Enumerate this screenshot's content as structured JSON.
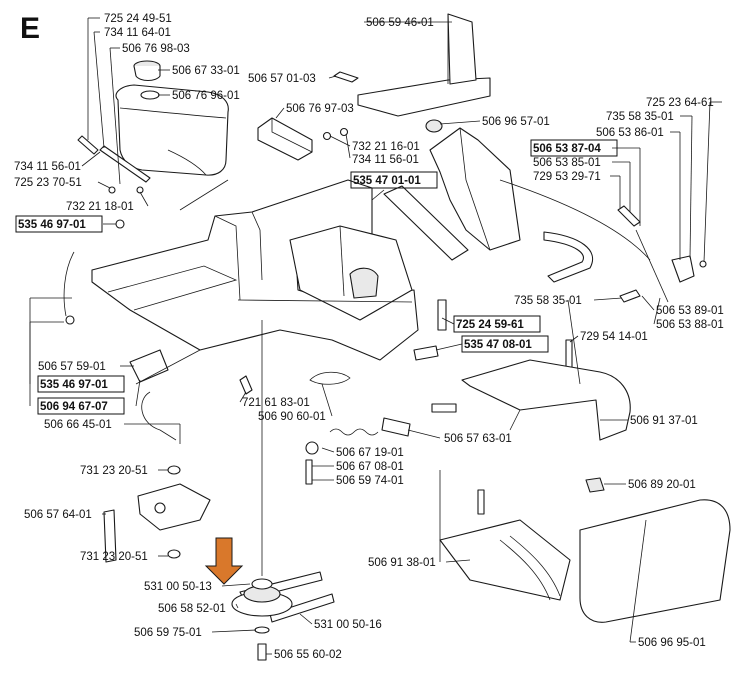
{
  "section_letter": "E",
  "colors": {
    "ink": "#1a1a1a",
    "arrow_fill": "#d9782b",
    "highlight_box": "#111111"
  },
  "labels": [
    {
      "id": "p72524495",
      "text": "725 24 49-51",
      "bold": false
    },
    {
      "id": "p73411640",
      "text": "734 11 64-01",
      "bold": false
    },
    {
      "id": "p50676983",
      "text": "506 76 98-03",
      "bold": false
    },
    {
      "id": "p50667331",
      "text": "506 67 33-01",
      "bold": false
    },
    {
      "id": "p50676961",
      "text": "506 76 96-01",
      "bold": false
    },
    {
      "id": "p50659461",
      "text": "506 59 46-01",
      "bold": false
    },
    {
      "id": "p50657010",
      "text": "506 57 01-03",
      "bold": false
    },
    {
      "id": "p50676973",
      "text": "506 76 97-03",
      "bold": false
    },
    {
      "id": "p73221160",
      "text": "732 21 16-01",
      "bold": false
    },
    {
      "id": "p73411560a",
      "text": "734 11 56-01",
      "bold": false
    },
    {
      "id": "p73411560b",
      "text": "734 11 56-01",
      "bold": false
    },
    {
      "id": "p72523705",
      "text": "725 23 70-51",
      "bold": false
    },
    {
      "id": "p73221180",
      "text": "732 21 18-01",
      "bold": false
    },
    {
      "id": "p53546971a",
      "text": "535 46 97-01",
      "bold": true
    },
    {
      "id": "p53547010",
      "text": "535 47 01-01",
      "bold": true
    },
    {
      "id": "p50696957",
      "text": "506 96 57-01",
      "bold": false
    },
    {
      "id": "p72523646",
      "text": "725 23 64-61",
      "bold": false
    },
    {
      "id": "p73558350a",
      "text": "735 58 35-01",
      "bold": false
    },
    {
      "id": "p50653860",
      "text": "506 53 86-01",
      "bold": false
    },
    {
      "id": "p50653870",
      "text": "506 53 87-04",
      "bold": true
    },
    {
      "id": "p50653850",
      "text": "506 53 85-01",
      "bold": false
    },
    {
      "id": "p72953297",
      "text": "729 53 29-71",
      "bold": false
    },
    {
      "id": "p73558350b",
      "text": "735 58 35-01",
      "bold": false
    },
    {
      "id": "p50653890",
      "text": "506 53 89-01",
      "bold": false
    },
    {
      "id": "p50653880",
      "text": "506 53 88-01",
      "bold": false
    },
    {
      "id": "p72524596",
      "text": "725 24 59-61",
      "bold": true
    },
    {
      "id": "p53547080",
      "text": "535 47 08-01",
      "bold": true
    },
    {
      "id": "p72954140",
      "text": "729 54 14-01",
      "bold": false
    },
    {
      "id": "p50657590",
      "text": "506 57 59-01",
      "bold": false
    },
    {
      "id": "p53546971b",
      "text": "535 46 97-01",
      "bold": true
    },
    {
      "id": "p50694670",
      "text": "506 94 67-07",
      "bold": true
    },
    {
      "id": "p50666450",
      "text": "506 66 45-01",
      "bold": false
    },
    {
      "id": "p72161830",
      "text": "721 61 83-01",
      "bold": false
    },
    {
      "id": "p50690600",
      "text": "506 90 60-01",
      "bold": false
    },
    {
      "id": "p50691370",
      "text": "506 91 37-01",
      "bold": false
    },
    {
      "id": "p50657630",
      "text": "506 57 63-01",
      "bold": false
    },
    {
      "id": "p50667190",
      "text": "506 67 19-01",
      "bold": false
    },
    {
      "id": "p50667080",
      "text": "506 67 08-01",
      "bold": false
    },
    {
      "id": "p50659740",
      "text": "506 59 74-01",
      "bold": false
    },
    {
      "id": "p73123205a",
      "text": "731 23 20-51",
      "bold": false
    },
    {
      "id": "p50657640",
      "text": "506 57 64-01",
      "bold": false
    },
    {
      "id": "p73123205b",
      "text": "731 23 20-51",
      "bold": false
    },
    {
      "id": "p50689200",
      "text": "506 89 20-01",
      "bold": false
    },
    {
      "id": "p50691380",
      "text": "506 91 38-01",
      "bold": false
    },
    {
      "id": "p53100501",
      "text": "531 00 50-13",
      "bold": false
    },
    {
      "id": "p50658520",
      "text": "506 58 52-01",
      "bold": false
    },
    {
      "id": "p50659750",
      "text": "506 59 75-01",
      "bold": false
    },
    {
      "id": "p53100506",
      "text": "531 00 50-16",
      "bold": false
    },
    {
      "id": "p50655600",
      "text": "506 55 60-02",
      "bold": false
    },
    {
      "id": "p50696950",
      "text": "506 96 95-01",
      "bold": false
    }
  ]
}
